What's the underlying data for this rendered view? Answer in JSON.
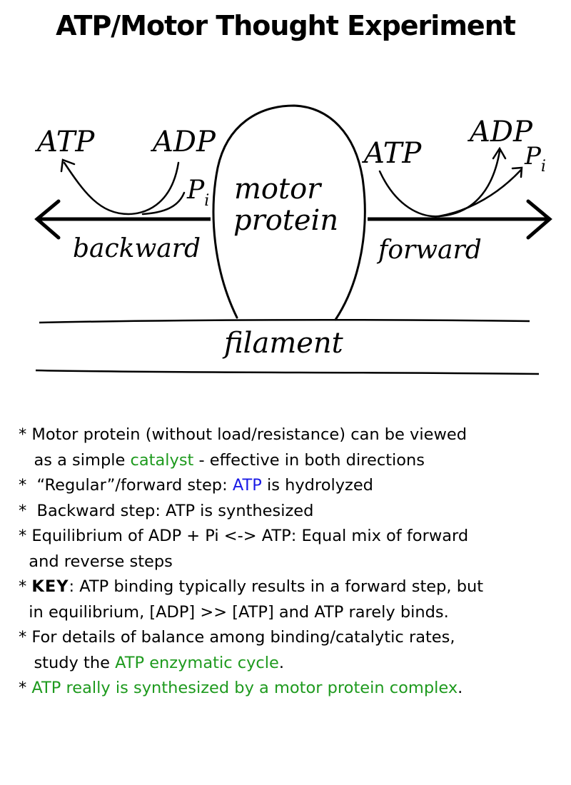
{
  "title": "ATP/Motor Thought Experiment",
  "diagram": {
    "left_atp": "ATP",
    "left_adp": "ADP",
    "left_p": "P",
    "left_p_sub": "i",
    "right_atp": "ATP",
    "right_adp": "ADP",
    "right_p": "P",
    "right_p_sub": "i",
    "motor_line1": "motor",
    "motor_line2": "protein",
    "backward": "backward",
    "forward": "forward",
    "filament": "filament"
  },
  "notes": {
    "n1_a": "* Motor protein (without load/resistance) can be viewed",
    "n1_b_pre": "   as a simple ",
    "n1_b_green": "catalyst",
    "n1_b_post": " - effective in both directions",
    "n2_pre": "*  “Regular”/forward step: ",
    "n2_blue": "ATP",
    "n2_post": " is hydrolyzed",
    "n3": "*  Backward step: ATP is synthesized",
    "n4_a": "* Equilibrium of ADP + Pi <-> ATP: Equal mix of forward",
    "n4_b": "  and reverse steps",
    "n5_star": "* ",
    "n5_key": "KEY",
    "n5_a": ": ATP binding typically results in a forward step, but",
    "n5_b": "  in equilibrium, [ADP] >> [ATP] and ATP rarely binds.",
    "n6_a": "* For details of balance among binding/catalytic rates,",
    "n6_b_pre": "   study the ",
    "n6_b_green": "ATP enzymatic cycle",
    "n6_b_post": ".",
    "n7_star": "* ",
    "n7_green": "ATP really is synthesized by a motor protein complex",
    "n7_post": "."
  },
  "colors": {
    "green": "#1e9a1e",
    "blue": "#1a1ae6"
  }
}
